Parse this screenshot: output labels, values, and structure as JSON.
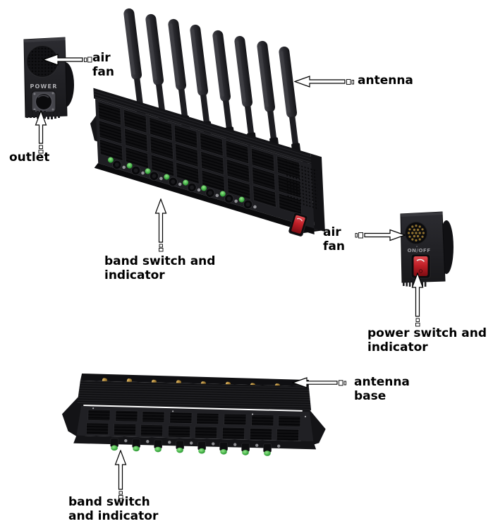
{
  "figure": {
    "type": "annotated-product-diagram",
    "background": "#ffffff",
    "subject": "8-band jammer device with side fan units, shown in three views"
  },
  "annotations": {
    "air_fan_left": {
      "text": "air fan",
      "lines": [
        "air",
        "fan"
      ]
    },
    "outlet": {
      "text": "outlet",
      "lines": [
        "outlet"
      ]
    },
    "antenna": {
      "text": "antenna",
      "lines": [
        "antenna"
      ]
    },
    "band_switch_mid": {
      "text": "band switch and indicator",
      "lines": [
        "band switch and",
        "indicator"
      ]
    },
    "air_fan_right": {
      "text": "air fan",
      "lines": [
        "air",
        "fan"
      ]
    },
    "power_switch": {
      "text": "power switch and indicator",
      "lines": [
        "power switch and",
        "indicator"
      ]
    },
    "antenna_base": {
      "text": "antenna base",
      "lines": [
        "antenna",
        "base"
      ]
    },
    "band_switch_bottom": {
      "text": "band switch and indicator",
      "lines": [
        "band switch",
        "and indicator"
      ]
    }
  },
  "device_markings": {
    "left_unit_power_label": "POWER",
    "right_unit_onoff_label": "ON/OFF"
  },
  "counts": {
    "antennas": 8,
    "antenna_bases": 8,
    "band_switches": 8
  },
  "colors": {
    "label_text": "#000000",
    "device_body": "#1d1d20",
    "led_green": "#4db84d",
    "indicator_gray": "#8f9092",
    "switch_red": "#c2242b",
    "antenna_base_gold": "#c09a48",
    "marking_text": "#a8a8ac"
  }
}
